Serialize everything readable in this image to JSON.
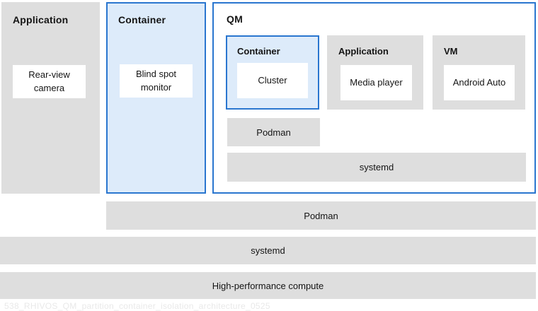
{
  "diagram": {
    "left_column": {
      "title": "Application",
      "item": "Rear-view camera"
    },
    "mid_column": {
      "title": "Container",
      "item": "Blind spot monitor"
    },
    "qm": {
      "title": "QM",
      "groups": [
        {
          "title": "Container",
          "item": "Cluster"
        },
        {
          "title": "Application",
          "item": "Media player"
        },
        {
          "title": "VM",
          "item": "Android Auto"
        }
      ],
      "podman_label": "Podman",
      "systemd_label": "systemd"
    },
    "host_bars": [
      {
        "label": "Podman"
      },
      {
        "label": "systemd"
      },
      {
        "label": "High-performance compute"
      }
    ],
    "watermark": "538_RHIVOS_QM_partition_container_isolation_architecture_0525",
    "colors": {
      "gray_fill": "#dedede",
      "blue_fill": "#ddebfa",
      "blue_border": "#2a76cf",
      "text": "#151515",
      "watermark_text": "#e9e9e9"
    }
  }
}
